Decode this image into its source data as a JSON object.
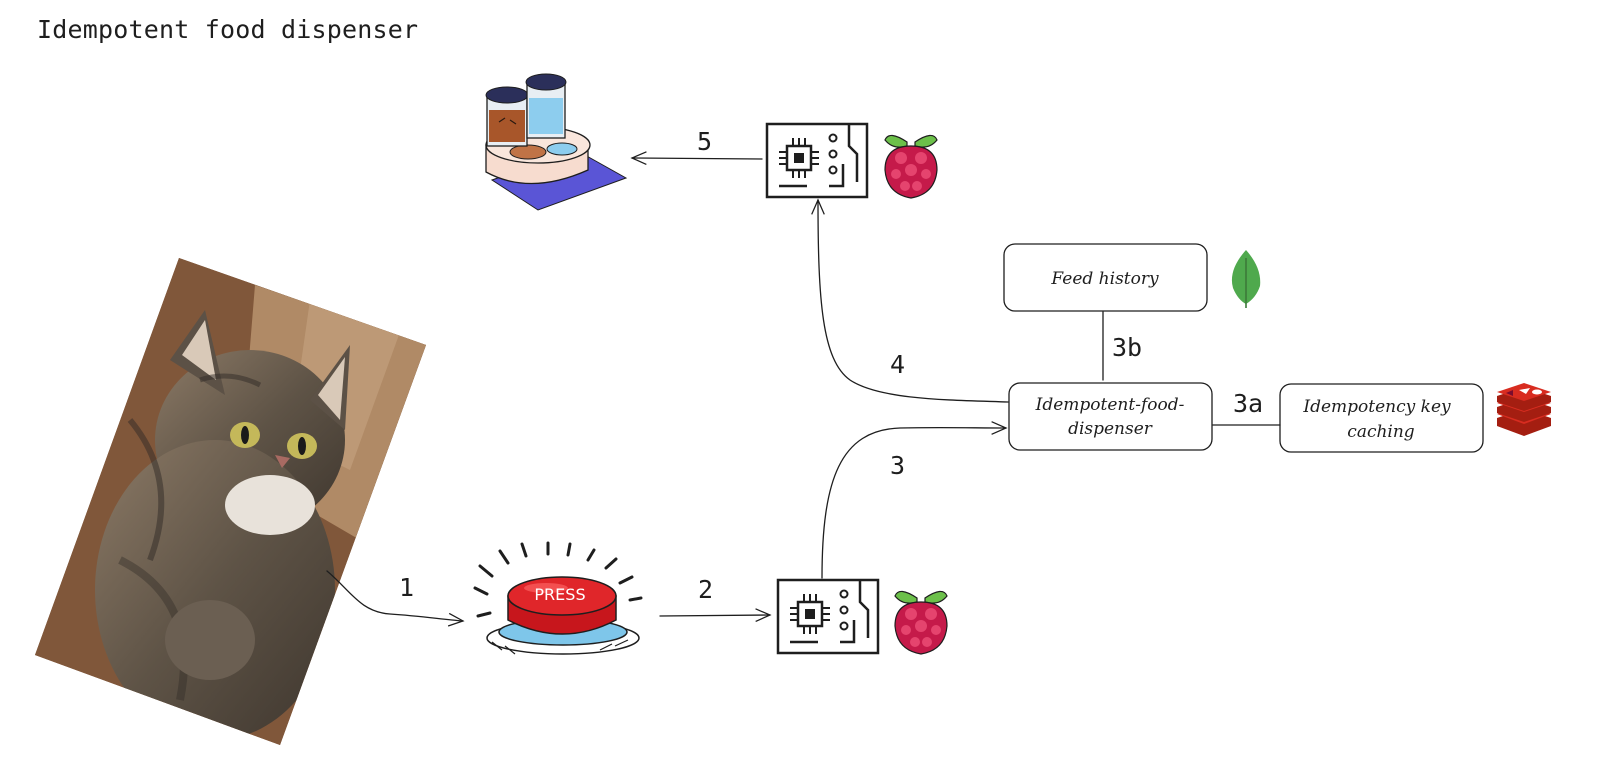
{
  "title": "Idempotent food dispenser",
  "nodes": {
    "feed_history": {
      "label": "Feed history",
      "icon": "mongodb-leaf-icon"
    },
    "dispenser_service": {
      "label_line1": "Idempotent-food-",
      "label_line2": "dispenser"
    },
    "key_cache": {
      "label_line1": "Idempotency key",
      "label_line2": "caching",
      "icon": "redis-icon"
    },
    "press_button": {
      "label": "PRESS",
      "icon": "press-button-icon"
    },
    "pi_bottom": {
      "icon": "circuit-board-icon",
      "logo": "raspberry-pi-icon"
    },
    "pi_top": {
      "icon": "circuit-board-icon",
      "logo": "raspberry-pi-icon"
    },
    "feeder": {
      "icon": "pet-feeder-icon"
    },
    "cat": {
      "icon": "cat-photo"
    }
  },
  "edges": {
    "e1": "1",
    "e2": "2",
    "e3": "3",
    "e3a": "3a",
    "e3b": "3b",
    "e4": "4",
    "e5": "5"
  },
  "colors": {
    "stroke": "#1e1e1e",
    "button_red": "#e0262a",
    "button_base": "#7ec6ea",
    "raspberry": "#c51a4a",
    "raspberry_leaf": "#6cc04a",
    "mongo_leaf": "#4fa94d",
    "redis": "#d82c20",
    "feeder_mat": "#5a55d6"
  }
}
